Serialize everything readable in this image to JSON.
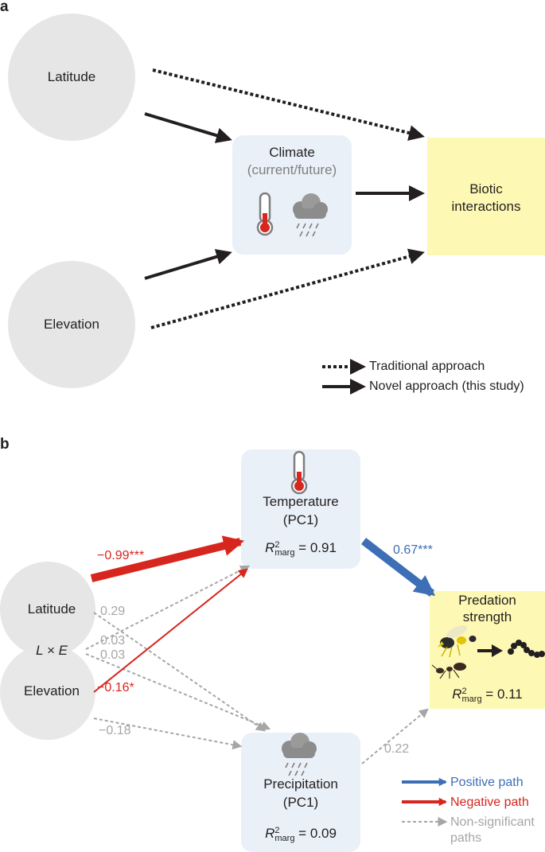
{
  "panel_a": {
    "label": "a",
    "latitude": "Latitude",
    "elevation": "Elevation",
    "climate_title": "Climate",
    "climate_sub": "(current/future)",
    "biotic_line1": "Biotic",
    "biotic_line2": "interactions",
    "legend_traditional": "Traditional approach",
    "legend_novel": "Novel approach (this study)"
  },
  "panel_b": {
    "label": "b",
    "latitude": "Latitude",
    "elevation": "Elevation",
    "interaction": "L × E",
    "temperature_line1": "Temperature",
    "temperature_line2": "(PC1)",
    "temperature_r2": "0.91",
    "precipitation_line1": "Precipitation",
    "precipitation_line2": "(PC1)",
    "precipitation_r2": "0.09",
    "predation_line1": "Predation",
    "predation_line2": "strength",
    "predation_r2": "0.11",
    "r2_symbol": "R",
    "r2_sup": "2",
    "r2_sub": "marg",
    "r2_eq": " = ",
    "coef_lat_temp": "−0.99***",
    "coef_temp_pred": "0.67***",
    "coef_lat_precip": "0.29",
    "coef_lxe_temp": "0.03",
    "coef_lxe_precip": "0.03",
    "coef_elev_temp": "−0.16*",
    "coef_elev_precip": "−0.18",
    "coef_precip_pred": "0.22",
    "legend_positive": "Positive path",
    "legend_negative": "Negative path",
    "legend_ns_line1": "Non-significant",
    "legend_ns_line2": "paths"
  },
  "colors": {
    "positive": "#3d6fb6",
    "negative": "#d7261e",
    "nonsig": "#a6a6a6",
    "circle": "#e6e6e6",
    "climate_box": "#e9f0f7",
    "biotic_box": "#fdf8b3"
  }
}
